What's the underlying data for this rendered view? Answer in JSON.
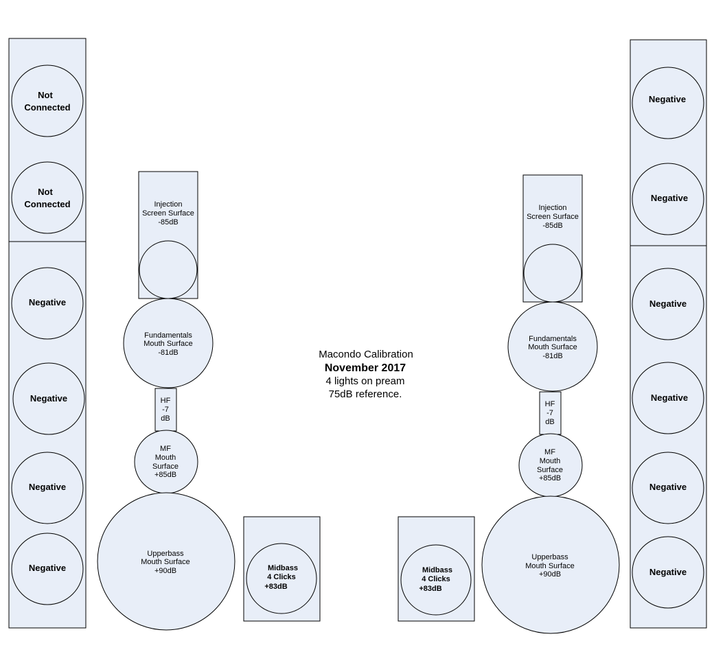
{
  "title": {
    "line1": "Macondo Calibration",
    "line2": "November 2017",
    "line3": "4 lights on pream",
    "line4": "75dB reference."
  },
  "colors": {
    "fill": "#e8eef8",
    "stroke": "#000000"
  },
  "left_column": {
    "not_connected_1": [
      "Not",
      "Connected"
    ],
    "not_connected_2": [
      "Not",
      "Connected"
    ],
    "negatives": [
      "Negative",
      "Negative",
      "Negative",
      "Negative"
    ]
  },
  "right_column": {
    "negatives": [
      "Negative",
      "Negative",
      "Negative",
      "Negative",
      "Negative",
      "Negative"
    ]
  },
  "left_stack": {
    "injection": [
      "Injection",
      "Screen Surface",
      "-85dB"
    ],
    "fundamentals": [
      "Fundamentals",
      "Mouth Surface",
      "-81dB"
    ],
    "hf": [
      "HF",
      "-7",
      "dB"
    ],
    "mf": [
      "MF",
      "Mouth",
      "Surface",
      "+85dB"
    ],
    "upperbass": [
      "Upperbass",
      "Mouth Surface",
      "+90dB"
    ]
  },
  "right_stack": {
    "injection": [
      "Injection",
      "Screen Surface",
      "-85dB"
    ],
    "fundamentals": [
      "Fundamentals",
      "Mouth Surface",
      "-81dB"
    ],
    "hf": [
      "HF",
      "-7",
      "dB"
    ],
    "mf": [
      "MF",
      "Mouth",
      "Surface",
      "+85dB"
    ],
    "upperbass": [
      "Upperbass",
      "Mouth Surface",
      "+90dB"
    ]
  },
  "left_midbass": [
    "Midbass",
    "4 Clicks",
    "+83dB"
  ],
  "right_midbass": [
    "Midbass",
    "4 Clicks",
    "+83dB"
  ]
}
